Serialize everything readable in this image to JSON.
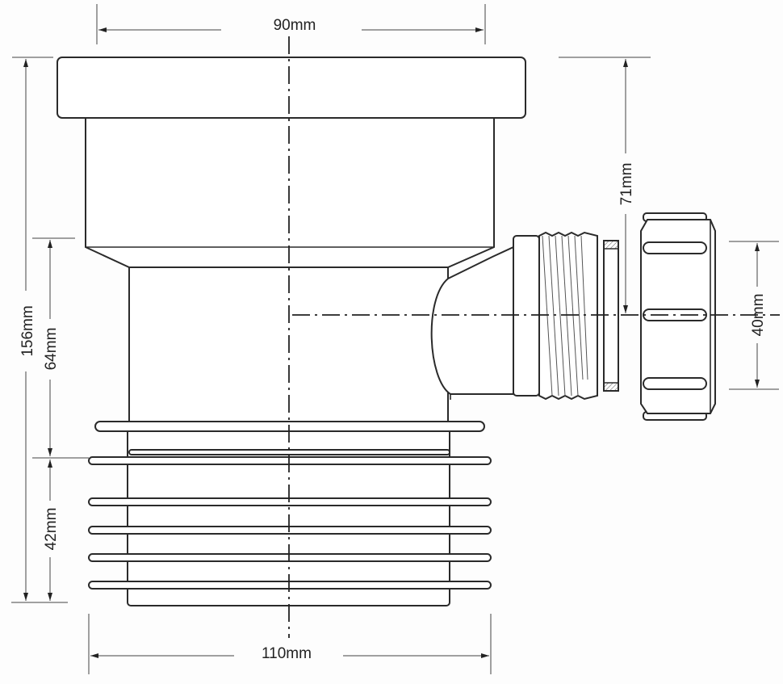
{
  "dimensions": {
    "top_width": "90mm",
    "bottom_width": "110mm",
    "total_height": "156mm",
    "middle_height": "64mm",
    "bottom_height": "42mm",
    "outlet_height": "71mm",
    "outlet_diameter": "40mm"
  }
}
